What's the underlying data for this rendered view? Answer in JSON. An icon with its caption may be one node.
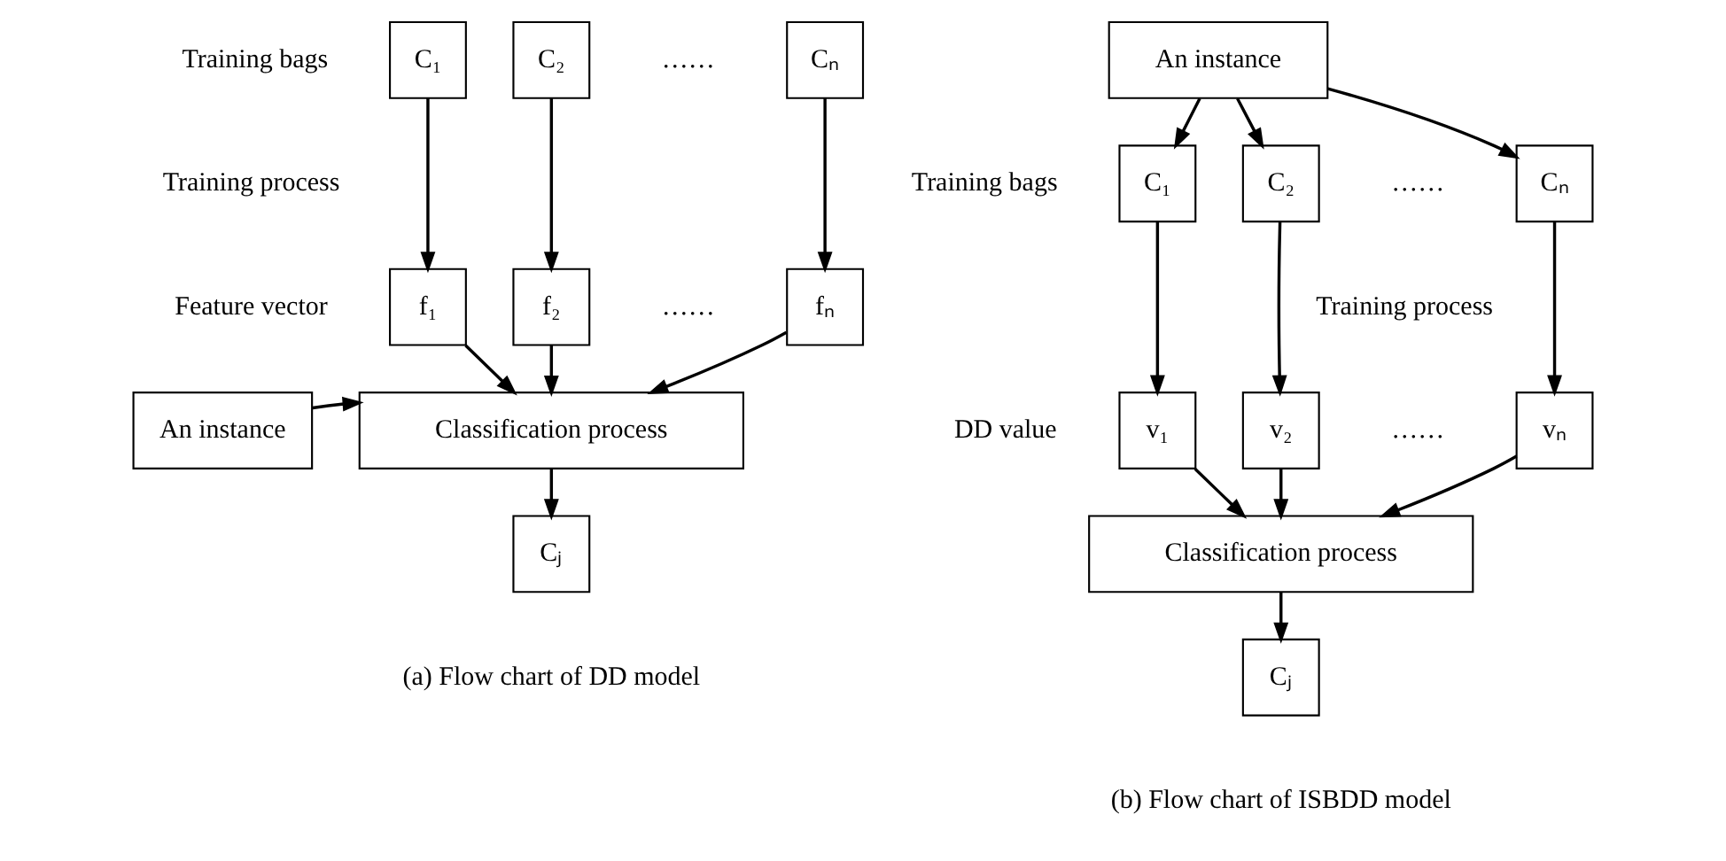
{
  "diagram": {
    "nodes": [
      {
        "text": [
          "C₁"
        ]
      },
      {
        "text": [
          "C₂"
        ]
      },
      {
        "text": [
          "Cₙ"
        ]
      },
      {
        "text": [
          "f₁"
        ]
      },
      {
        "text": [
          "f₂"
        ]
      },
      {
        "text": [
          "fₙ"
        ]
      },
      {
        "text": [
          "An instance"
        ]
      },
      {
        "text": [
          "Classification process"
        ]
      },
      {
        "text": [
          "Cⱼ"
        ]
      },
      {
        "text": [
          "An instance"
        ]
      },
      {
        "text": [
          "C₁"
        ]
      },
      {
        "text": [
          "C₂"
        ]
      },
      {
        "text": [
          "Cₙ"
        ]
      },
      {
        "text": [
          "v₁"
        ]
      },
      {
        "text": [
          "v₂"
        ]
      },
      {
        "text": [
          "vₙ"
        ]
      },
      {
        "text": [
          "Classification process"
        ]
      },
      {
        "text": [
          "Cⱼ"
        ]
      }
    ],
    "edges": [
      {
        "from": 0,
        "to": 3,
        "arrow": "to"
      },
      {
        "from": 1,
        "to": 4,
        "arrow": "to"
      },
      {
        "from": 2,
        "to": 5,
        "arrow": "to"
      },
      {
        "from": 3,
        "to": 7,
        "arrow": "to"
      },
      {
        "from": 4,
        "to": 7,
        "arrow": "to"
      },
      {
        "from": 5,
        "to": 7,
        "arrow": "to"
      },
      {
        "from": 6,
        "to": 7,
        "arrow": "to"
      },
      {
        "from": 7,
        "to": 8,
        "arrow": "to"
      },
      {
        "from": 9,
        "to": 10,
        "arrow": "to"
      },
      {
        "from": 9,
        "to": 11,
        "arrow": "to"
      },
      {
        "from": 9,
        "to": 12,
        "arrow": "to"
      },
      {
        "from": 10,
        "to": 13,
        "arrow": "to"
      },
      {
        "from": 11,
        "to": 14,
        "arrow": "to"
      },
      {
        "from": 12,
        "to": 15,
        "arrow": "to"
      },
      {
        "from": 13,
        "to": 16,
        "arrow": "to"
      },
      {
        "from": 14,
        "to": 16,
        "arrow": "to"
      },
      {
        "from": 15,
        "to": 16,
        "arrow": "to"
      },
      {
        "from": 16,
        "to": 17,
        "arrow": "to"
      }
    ],
    "labels": [
      "Training bags",
      "……",
      "Training process",
      "Feature vector",
      "……",
      "(a) Flow chart of DD model",
      "Training bags",
      "……",
      "Training process",
      "DD value",
      "……",
      "(b) Flow chart of ISBDD model"
    ]
  }
}
